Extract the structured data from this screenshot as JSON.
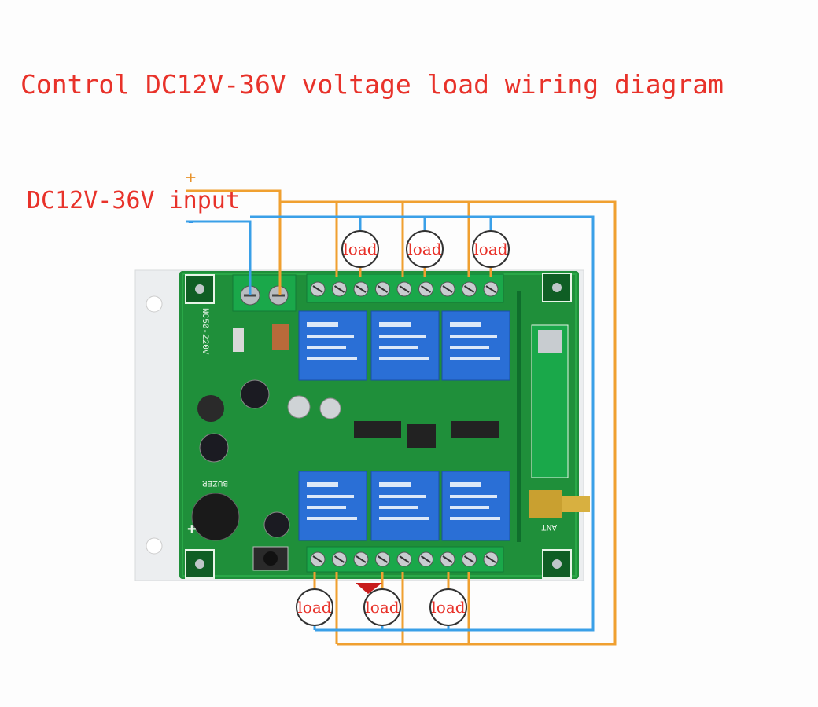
{
  "title": "Control DC12V-36V voltage load wiring diagram",
  "input": {
    "label": "DC12V-36V input",
    "plus": "+",
    "minus": "-"
  },
  "load_label": "load",
  "board": {
    "model_label": "NC5Ø-220V",
    "buzzer_label": "BUZER",
    "antenna_label": "ANT",
    "plus_mark": "+"
  },
  "colors": {
    "title": "#e8322a",
    "positive_wire": "#f0a030",
    "negative_wire": "#3aa0e8",
    "pcb": "#1f8f3a",
    "relay": "#2a6fd6",
    "terminal": "#1aa84a"
  }
}
